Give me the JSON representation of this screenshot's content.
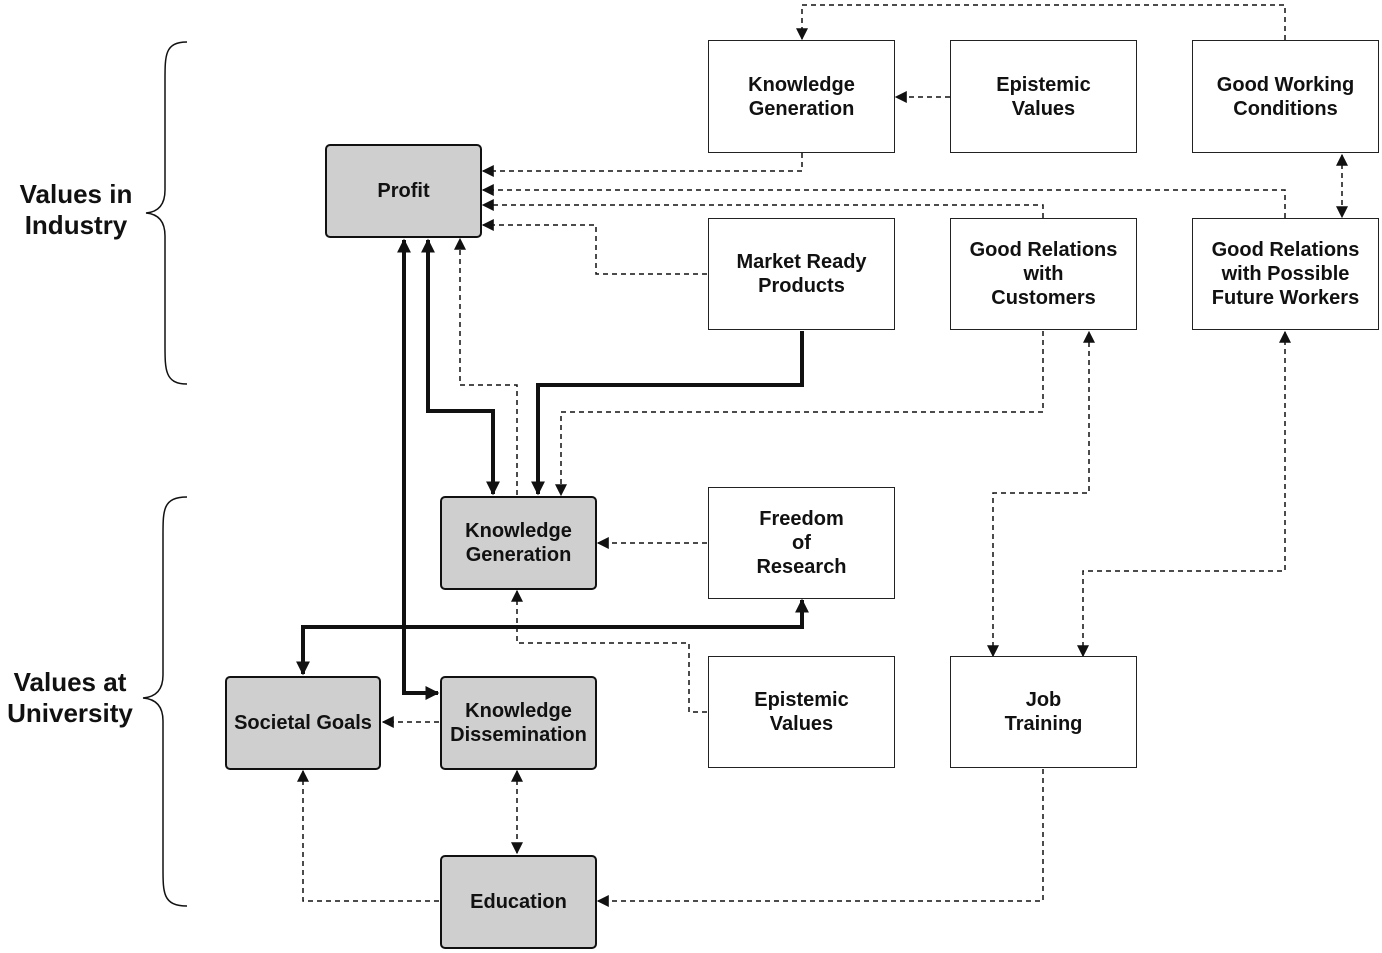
{
  "groups": {
    "industry": "Values in\nIndustry",
    "university": "Values at\nUniversity"
  },
  "nodes": {
    "kg_industry": "Knowledge\nGeneration",
    "epistemic_industry": "Epistemic\nValues",
    "good_working": "Good Working\nConditions",
    "profit": "Profit",
    "market_ready": "Market Ready\nProducts",
    "good_rel_customers": "Good Relations\nwith\nCustomers",
    "good_rel_workers": "Good Relations\nwith Possible\nFuture Workers",
    "kg_university": "Knowledge\nGeneration",
    "freedom": "Freedom\nof\nResearch",
    "societal": "Societal Goals",
    "dissemination": "Knowledge\nDissemination",
    "epistemic_university": "Epistemic\nValues",
    "job_training": "Job\nTraining",
    "education": "Education"
  },
  "colors": {
    "university_fill": "#cfcfcf",
    "industry_fill": "#ffffff",
    "line": "#111111"
  }
}
